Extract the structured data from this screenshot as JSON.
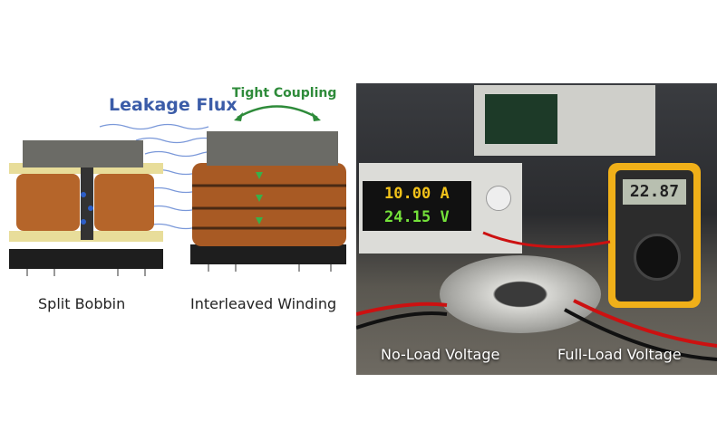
{
  "left_panel": {
    "leakage_label": "Leakage Flux",
    "coupling_label": "Tight Coupling",
    "split_label": "Split Bobbin",
    "interleaved_label": "Interleaved Winding"
  },
  "right_panel": {
    "supply_current": "10.00",
    "supply_current_unit": "A",
    "supply_voltage": "24.15",
    "supply_voltage_unit": "V",
    "multimeter_reading": "22.87",
    "no_load_label": "No-Load Voltage",
    "full_load_label": "Full-Load Voltage"
  },
  "colors": {
    "leakage": "#3b5ca8",
    "coupling": "#2e8b3a",
    "copper": "#b5652a",
    "bobbin": "#e8dd9a"
  }
}
